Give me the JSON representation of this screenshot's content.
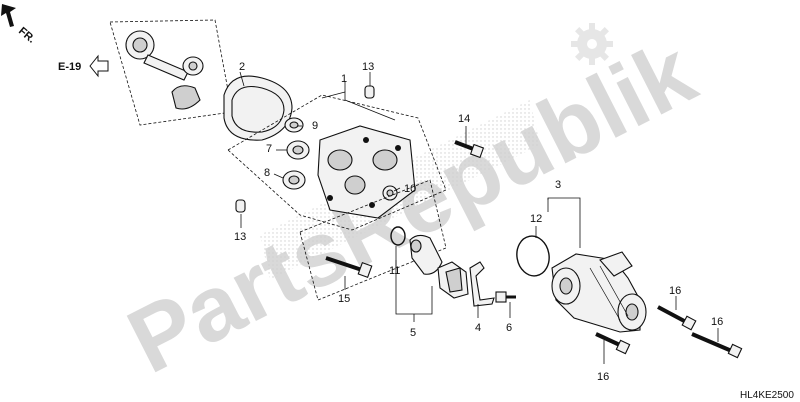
{
  "watermark": {
    "text": "PartsRepublik",
    "color": "#d9d9d9"
  },
  "orientation": {
    "label": "FR."
  },
  "reference": {
    "label": "E-19"
  },
  "diagram_code": "HL4KE2500",
  "callouts": {
    "c1": "1",
    "c2": "2",
    "c3": "3",
    "c4": "4",
    "c5": "5",
    "c6": "6",
    "c7": "7",
    "c8": "8",
    "c9": "9",
    "c10": "10",
    "c11": "11",
    "c12": "12",
    "c13a": "13",
    "c13b": "13",
    "c14": "14",
    "c15": "15",
    "c16a": "16",
    "c16b": "16",
    "c16c": "16"
  },
  "icons": {
    "settings": "gear-icon",
    "direction": "arrow-icon",
    "reference": "hollow-arrow-icon"
  }
}
